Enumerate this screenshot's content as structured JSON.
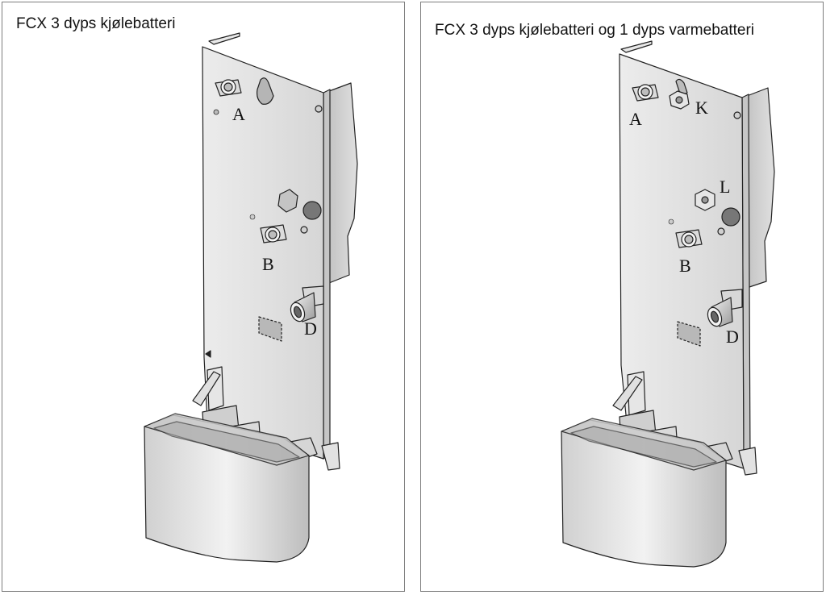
{
  "panels": [
    {
      "title": "FCX 3 dyps kjølebatteri",
      "labels": {
        "a": "A",
        "b": "B",
        "d": "D"
      }
    },
    {
      "title": "FCX 3 dyps kjølebatteri og 1 dyps varmebatteri",
      "labels": {
        "a": "A",
        "k": "K",
        "l": "L",
        "b": "B",
        "d": "D"
      }
    }
  ],
  "colors": {
    "metal": "#e4e4e4",
    "shadow": "#b9b9b9",
    "outline": "#222222",
    "border": "#7d7d7d"
  }
}
